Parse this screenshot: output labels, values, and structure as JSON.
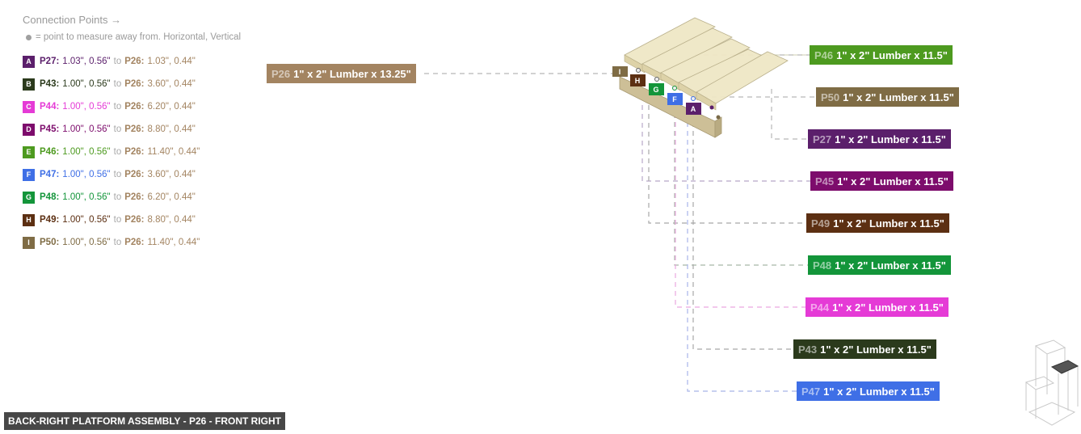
{
  "legend": {
    "title": "Connection Points →",
    "note": "= point to measure away from. Horizontal, Vertical",
    "connections": [
      {
        "letter": "A",
        "part": "P27:",
        "coords": "1.03\", 0.56\"",
        "to": "to",
        "target": "P26:",
        "target_coords": "1.03\", 0.44\"",
        "color": "#5b1f6b"
      },
      {
        "letter": "B",
        "part": "P43:",
        "coords": "1.00\", 0.56\"",
        "to": "to",
        "target": "P26:",
        "target_coords": "3.60\", 0.44\"",
        "color": "#2b3a1c"
      },
      {
        "letter": "C",
        "part": "P44:",
        "coords": "1.00\", 0.56\"",
        "to": "to",
        "target": "P26:",
        "target_coords": "6.20\", 0.44\"",
        "color": "#e53bd6"
      },
      {
        "letter": "D",
        "part": "P45:",
        "coords": "1.00\", 0.56\"",
        "to": "to",
        "target": "P26:",
        "target_coords": "8.80\", 0.44\"",
        "color": "#7d0c6c"
      },
      {
        "letter": "E",
        "part": "P46:",
        "coords": "1.00\", 0.56\"",
        "to": "to",
        "target": "P26:",
        "target_coords": "11.40\", 0.44\"",
        "color": "#4d9a1f"
      },
      {
        "letter": "F",
        "part": "P47:",
        "coords": "1.00\", 0.56\"",
        "to": "to",
        "target": "P26:",
        "target_coords": "3.60\", 0.44\"",
        "color": "#3f6fe6"
      },
      {
        "letter": "G",
        "part": "P48:",
        "coords": "1.00\", 0.56\"",
        "to": "to",
        "target": "P26:",
        "target_coords": "6.20\", 0.44\"",
        "color": "#13953a"
      },
      {
        "letter": "H",
        "part": "P49:",
        "coords": "1.00\", 0.56\"",
        "to": "to",
        "target": "P26:",
        "target_coords": "8.80\", 0.44\"",
        "color": "#5c2f12"
      },
      {
        "letter": "I",
        "part": "P50:",
        "coords": "1.00\", 0.56\"",
        "to": "to",
        "target": "P26:",
        "target_coords": "11.40\", 0.44\"",
        "color": "#7f6c45"
      }
    ]
  },
  "parts": [
    {
      "id": "P26",
      "desc": "1\" x 2\" Lumber x 13.25\"",
      "color": "#a38461"
    },
    {
      "id": "P46",
      "desc": "1\" x 2\" Lumber x 11.5\"",
      "color": "#4d9a1f"
    },
    {
      "id": "P50",
      "desc": "1\" x 2\" Lumber x 11.5\"",
      "color": "#7f6c45"
    },
    {
      "id": "P27",
      "desc": "1\" x 2\" Lumber x 11.5\"",
      "color": "#5b1f6b"
    },
    {
      "id": "P45",
      "desc": "1\" x 2\" Lumber x 11.5\"",
      "color": "#7d0c6c"
    },
    {
      "id": "P49",
      "desc": "1\" x 2\" Lumber x 11.5\"",
      "color": "#5c2f12"
    },
    {
      "id": "P48",
      "desc": "1\" x 2\" Lumber x 11.5\"",
      "color": "#13953a"
    },
    {
      "id": "P44",
      "desc": "1\" x 2\" Lumber x 11.5\"",
      "color": "#e53bd6"
    },
    {
      "id": "P43",
      "desc": "1\" x 2\" Lumber x 11.5\"",
      "color": "#2b3a1c"
    },
    {
      "id": "P47",
      "desc": "1\" x 2\" Lumber x 11.5\"",
      "color": "#3f6fe6"
    }
  ],
  "model_markers": [
    "I",
    "H",
    "G",
    "F",
    "A"
  ],
  "title": "BACK-RIGHT PLATFORM ASSEMBLY - P26 - FRONT RIGHT"
}
